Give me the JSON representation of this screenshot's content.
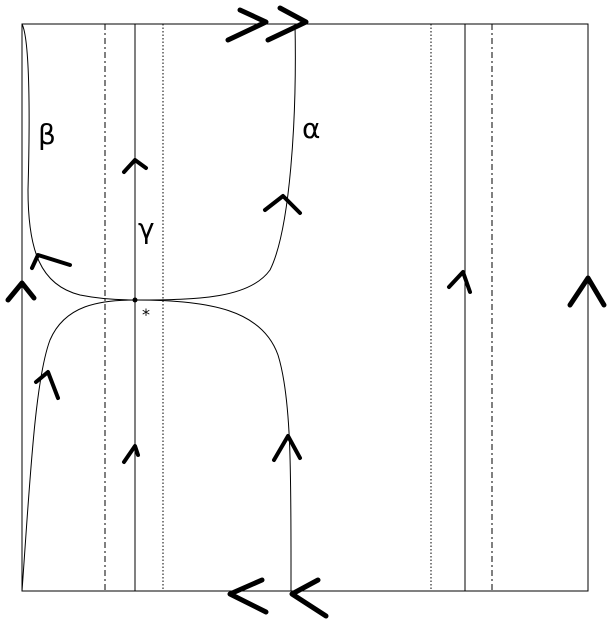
{
  "labels": {
    "alpha": "α",
    "beta": "β",
    "gamma": "γ",
    "basepoint": "*"
  }
}
